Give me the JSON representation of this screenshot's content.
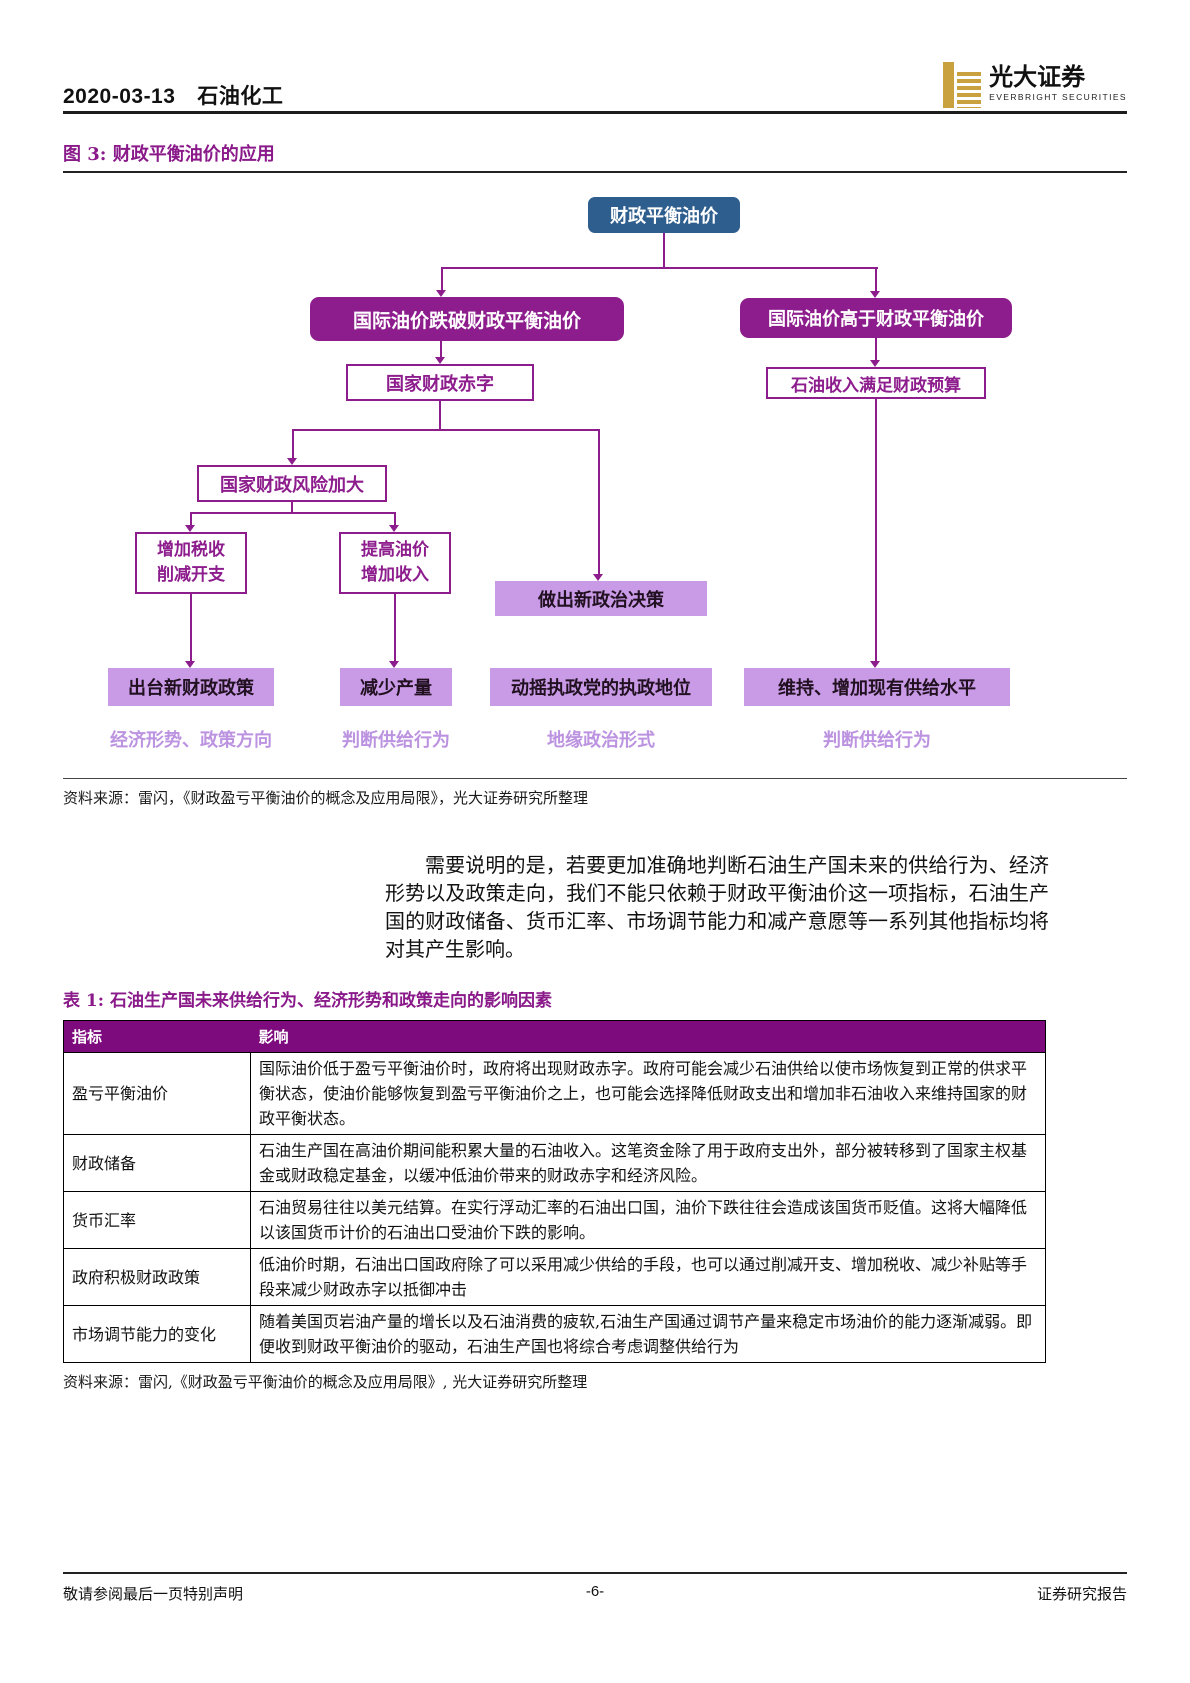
{
  "header": {
    "date": "2020-03-13",
    "sector": "石油化工",
    "logo_name": "光大证券",
    "logo_subtitle": "EVERBRIGHT SECURITIES"
  },
  "figure": {
    "title": "图 3: 财政平衡油价的应用",
    "source": "资料来源：雷闪，《财政盈亏平衡油价的概念及应用局限》，光大证券研究所整理",
    "flowchart": {
      "root": "财政平衡油价",
      "price_below": "国际油价跌破财政平衡油价",
      "price_above": "国际油价高于财政平衡油价",
      "fiscal_deficit": "国家财政赤字",
      "budget_satisfied": "石油收入满足财政预算",
      "fiscal_risk": "国家财政风险加大",
      "tax_spend": "增加税收\n削减开支",
      "price_income": "提高油价\n增加收入",
      "new_policy": "出台新财政政策",
      "cut_output": "减少产量",
      "political_decision": "做出新政治决策",
      "ruling_party": "动摇执政党的执政地位",
      "maintain_supply": "维持、增加现有供给水平",
      "labels": [
        "经济形势、政策方向",
        "判断供给行为",
        "地缘政治形式",
        "判断供给行为"
      ]
    }
  },
  "paragraph": "需要说明的是，若要更加准确地判断石油生产国未来的供给行为、经济形势以及政策走向，我们不能只依赖于财政平衡油价这一项指标，石油生产国的财政储备、货币汇率、市场调节能力和减产意愿等一系列其他指标均将对其产生影响。",
  "table": {
    "title": "表 1: 石油生产国未来供给行为、经济形势和政策走向的影响因素",
    "headers": [
      "指标",
      "影响"
    ],
    "rows": [
      {
        "indicator": "盈亏平衡油价",
        "impact": "国际油价低于盈亏平衡油价时，政府将出现财政赤字。政府可能会减少石油供给以使市场恢复到正常的供求平衡状态，使油价能够恢复到盈亏平衡油价之上，也可能会选择降低财政支出和增加非石油收入来维持国家的财政平衡状态。"
      },
      {
        "indicator": "财政储备",
        "impact": "石油生产国在高油价期间能积累大量的石油收入。这笔资金除了用于政府支出外，部分被转移到了国家主权基金或财政稳定基金，以缓冲低油价带来的财政赤字和经济风险。"
      },
      {
        "indicator": "货币汇率",
        "impact": "石油贸易往往以美元结算。在实行浮动汇率的石油出口国，油价下跌往往会造成该国货币贬值。这将大幅降低以该国货币计价的石油出口受油价下跌的影响。"
      },
      {
        "indicator": "政府积极财政政策",
        "impact": "低油价时期，石油出口国政府除了可以采用减少供给的手段，也可以通过削减开支、增加税收、减少补贴等手段来减少财政赤字以抵御冲击"
      },
      {
        "indicator": "市场调节能力的变化",
        "impact": "随着美国页岩油产量的增长以及石油消费的疲软,石油生产国通过调节产量来稳定市场油价的能力逐渐减弱。即便收到财政平衡油价的驱动，石油生产国也将综合考虑调整供给行为"
      }
    ],
    "source": "资料来源：雷闪,《财政盈亏平衡油价的概念及应用局限》, 光大证券研究所整理"
  },
  "footer": {
    "left": "敬请参阅最后一页特别声明",
    "page_number": "-6-",
    "right": "证券研究报告"
  },
  "colors": {
    "accent_purple": "#8d1d8d",
    "light_purple_fill": "#c99ae6",
    "light_purple_text": "#bc93e0",
    "node_blue": "#2d5e8e",
    "table_header_bg": "#7d0b7d",
    "title_purple": "#8a1a8a",
    "logo_gold": "#c9a23f"
  }
}
